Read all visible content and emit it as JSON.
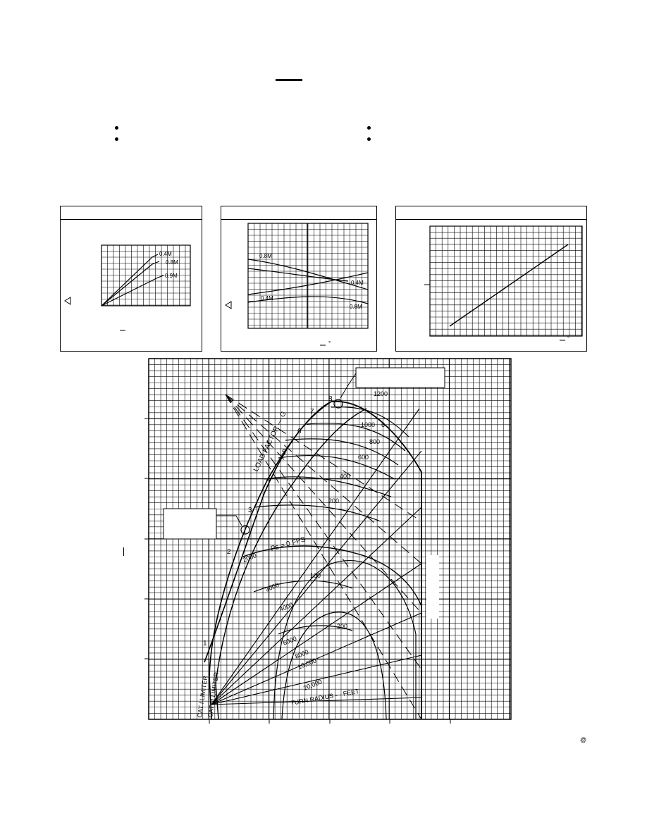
{
  "footer": {
    "mark": "@"
  },
  "panels": {
    "p1": {
      "curve_labels": [
        "0.4M",
        "0.8M",
        "0.9M"
      ]
    },
    "p2": {
      "curve_labels": [
        "0.8M",
        "0.4M",
        "0.4M",
        "0.8M"
      ]
    },
    "p3": {
      "unit_mark": "°"
    }
  },
  "chart_data": {
    "type": "line",
    "title": "",
    "load_factor_label": "LOAD FACTOR — G",
    "load_factors": [
      "1",
      "2",
      "3",
      "4",
      "5",
      "6",
      "7",
      "8"
    ],
    "ps_label": "Ps = 0 FPS",
    "ps_values_upper": [
      "1200",
      "1000",
      "800",
      "600",
      "400",
      "200"
    ],
    "ps_values_lower": [
      "100",
      "200"
    ],
    "turn_radius_label": "TURN RADIUS — FEET",
    "turn_radii": [
      "2000",
      "3000",
      "4000",
      "6000",
      "8000",
      "10,000",
      "20,000"
    ],
    "limiters": [
      "CAT I LIMITER",
      "CAT III LIMITER"
    ],
    "aux_labels": [
      "6"
    ]
  }
}
